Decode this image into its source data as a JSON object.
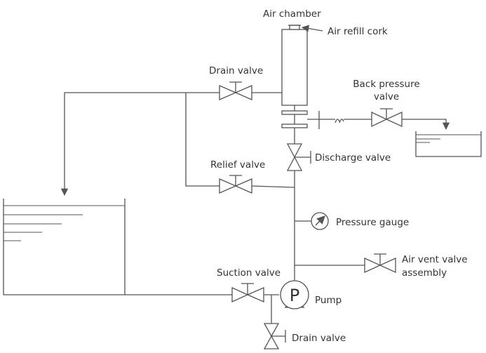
{
  "labels": {
    "air_chamber": "Air chamber",
    "air_refill_cork": "Air refill cork",
    "drain_valve_top": "Drain valve",
    "back_pressure_line1": "Back pressure",
    "back_pressure_line2": "valve",
    "discharge_valve": "Discharge valve",
    "relief_valve": "Relief valve",
    "pressure_gauge": "Pressure gauge",
    "air_vent_line1": "Air vent valve",
    "air_vent_line2": "assembly",
    "suction_valve": "Suction valve",
    "pump": "Pump",
    "pump_symbol": "P",
    "drain_valve_bottom": "Drain valve"
  },
  "colors": {
    "line": "#555555",
    "text": "#333333",
    "background": "#ffffff"
  }
}
